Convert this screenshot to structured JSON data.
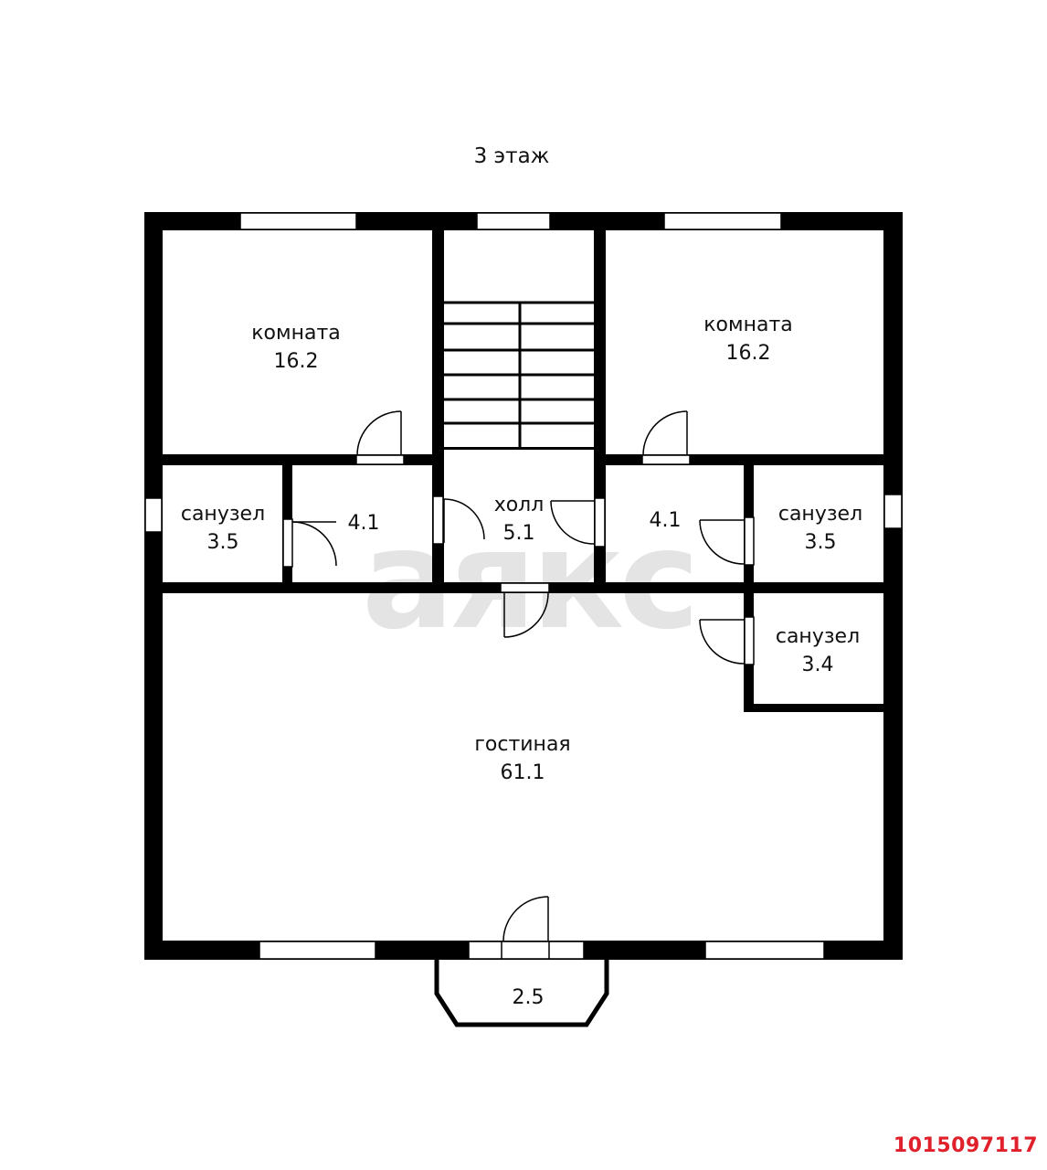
{
  "plan": {
    "floor_title": "3 этаж",
    "listing_id": "1015097117",
    "watermark": "аякс",
    "rooms": {
      "bedroom_left": {
        "name": "комната",
        "area": "16.2"
      },
      "bedroom_right": {
        "name": "комната",
        "area": "16.2"
      },
      "bath_left": {
        "name": "санузел",
        "area": "3.5"
      },
      "closet_left": {
        "area": "4.1"
      },
      "hall": {
        "name": "холл",
        "area": "5.1"
      },
      "closet_right": {
        "area": "4.1"
      },
      "bath_right": {
        "name": "санузел",
        "area": "3.5"
      },
      "bath_lower": {
        "name": "санузел",
        "area": "3.4"
      },
      "living": {
        "name": "гостиная",
        "area": "61.1"
      },
      "balcony": {
        "area": "2.5"
      }
    },
    "colors": {
      "wall": "#000000",
      "background": "#ffffff",
      "watermark": "#e4e4e4",
      "listing_id": "#e0202b"
    }
  }
}
